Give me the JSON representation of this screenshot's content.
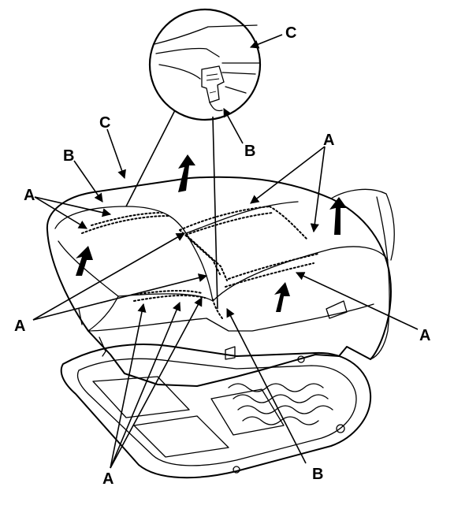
{
  "callouts": {
    "a_left_upper": "A",
    "a_right_upper": "A",
    "a_left_mid": "A",
    "a_right_lower": "A",
    "a_bottom": "A",
    "b_upper": "B",
    "b_detail": "B",
    "b_bottom": "B",
    "c_top": "C",
    "c_left": "C"
  },
  "icons": [
    "lift-arrow-icon",
    "detail-magnifier-icon"
  ]
}
